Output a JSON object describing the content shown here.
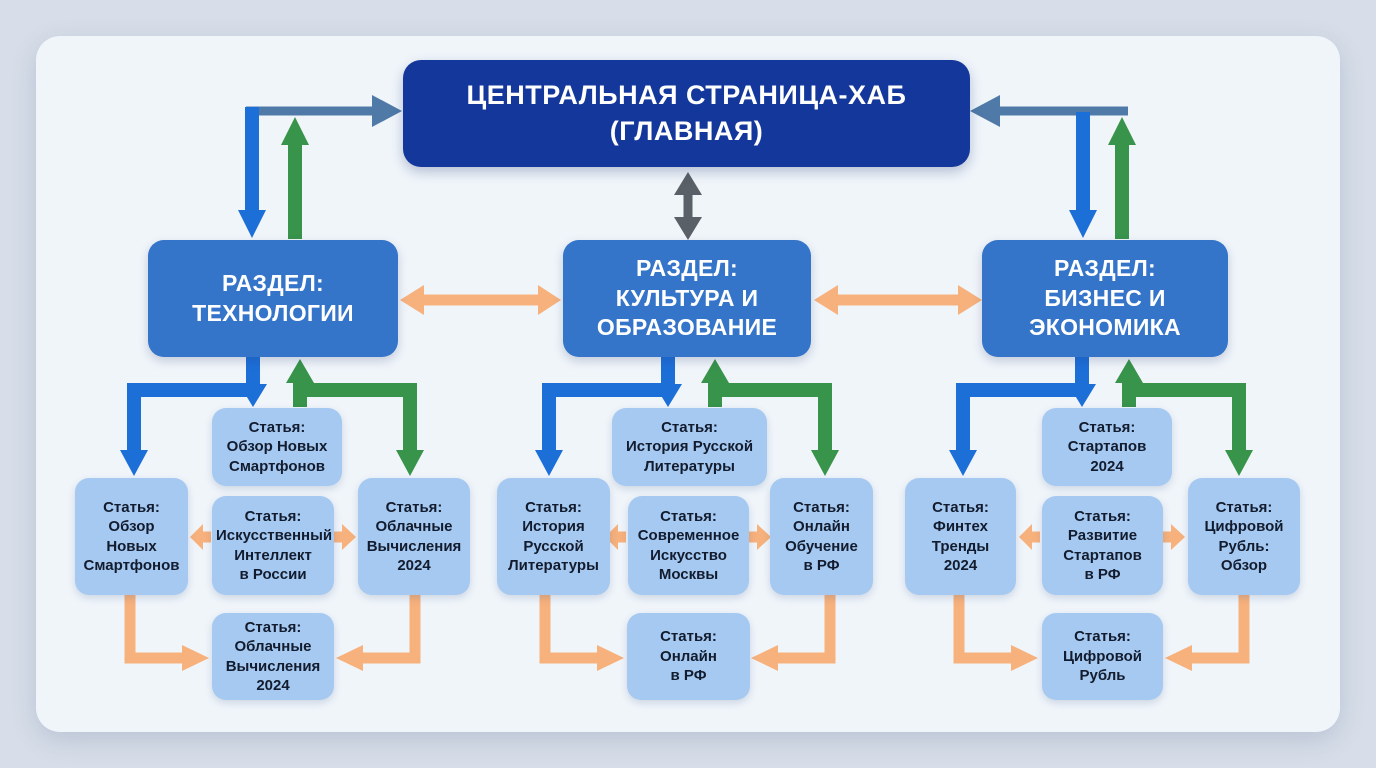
{
  "diagram": {
    "hub": {
      "label": "ЦЕНТРАЛЬНАЯ СТРАНИЦА-ХАБ\n(ГЛАВНАЯ)"
    },
    "sections": [
      {
        "id": "technology",
        "label": "РАЗДЕЛ:\nТЕХНОЛОГИИ",
        "articles": {
          "top": "Статья:\nОбзор Новых\nСмартфонов",
          "left": "Статья:\nОбзор\nНовых\nСмартфонов",
          "center": "Статья:\nИскусственный\nИнтеллект\nв России",
          "right": "Статья:\nОблачные\nВычисления\n2024",
          "bottom": "Статья:\nОблачные\nВычисления\n2024"
        }
      },
      {
        "id": "culture-education",
        "label": "РАЗДЕЛ:\nКУЛЬТУРА И\nОБРАЗОВАНИЕ",
        "articles": {
          "top": "Статья:\nИстория Русской\nЛитературы",
          "left": "Статья:\nИстория\nРусской\nЛитературы",
          "center": "Статья:\nСовременное\nИскусство\nМосквы",
          "right": "Статья:\nОнлайн\nОбучение\nв РФ",
          "bottom": "Статья:\nОнлайн\nв РФ"
        }
      },
      {
        "id": "business-economy",
        "label": "РАЗДЕЛ:\nБИЗНЕС И\nЭКОНОМИКА",
        "articles": {
          "top": "Статья:\nСтартапов\n2024",
          "left": "Статья:\nФинтех\nТренды\n2024",
          "center": "Статья:\nРазвитие\nСтартапов\nв РФ",
          "right": "Статья:\nЦифровой\nРубль:\nОбзор",
          "bottom": "Статья:\nЦифровой\nРубль"
        }
      }
    ],
    "edges": [
      {
        "from": "technology",
        "to": "hub",
        "color": "steel",
        "direction": "one-way"
      },
      {
        "from": "business-economy",
        "to": "hub",
        "color": "steel",
        "direction": "one-way"
      },
      {
        "from": "hub",
        "to": "technology",
        "color": "blue",
        "direction": "one-way"
      },
      {
        "from": "hub",
        "to": "business-economy",
        "color": "blue",
        "direction": "one-way"
      },
      {
        "from": "technology",
        "to": "hub",
        "color": "green",
        "direction": "one-way"
      },
      {
        "from": "business-economy",
        "to": "hub",
        "color": "green",
        "direction": "one-way"
      },
      {
        "from": "hub",
        "to": "culture-education",
        "color": "gray",
        "direction": "two-way"
      },
      {
        "from": "technology",
        "to": "culture-education",
        "color": "orange",
        "direction": "two-way"
      },
      {
        "from": "culture-education",
        "to": "business-economy",
        "color": "orange",
        "direction": "two-way"
      }
    ],
    "group_link_pattern": [
      {
        "from": "section",
        "to": "top-article",
        "color": "blue"
      },
      {
        "from": "section",
        "to": "left-article",
        "color": "blue"
      },
      {
        "from": "top-article",
        "to": "section",
        "color": "green"
      },
      {
        "from": "top-article",
        "to": "right-article",
        "color": "green"
      },
      {
        "from": "center-article",
        "to": "left-article",
        "color": "orange"
      },
      {
        "from": "center-article",
        "to": "right-article",
        "color": "orange"
      },
      {
        "from": "left-article",
        "to": "bottom-article",
        "color": "orange"
      },
      {
        "from": "right-article",
        "to": "bottom-article",
        "color": "orange"
      }
    ]
  },
  "colors": {
    "pageBg": "#d7dee9",
    "canvasBg": "#f0f5fa",
    "hubBg": "#14379b",
    "sectionBg": "#3474c9",
    "articleBg": "#a6c9f1",
    "articleText": "#121c2e",
    "arrowBlue": "#1d6fd8",
    "arrowGreen": "#37944a",
    "arrowSteel": "#4f7aa8",
    "arrowGray": "#596067",
    "arrowOrange": "#f7b17c"
  }
}
